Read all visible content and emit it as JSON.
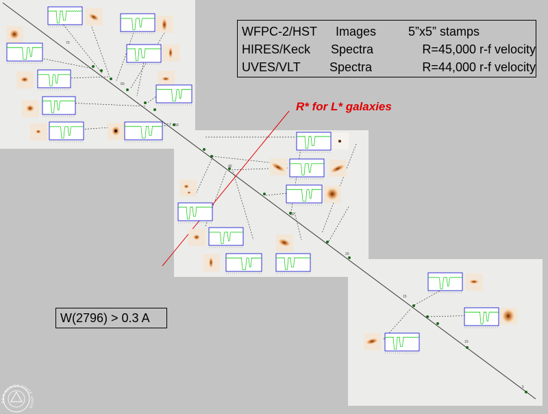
{
  "legend": {
    "row1": {
      "instrument": "WFPC-2/HST",
      "type": "Images",
      "detail": "5”x5” stamps"
    },
    "row2": {
      "instrument": "HIRES/Keck",
      "type": "Spectra",
      "detail": "R=45,000 r-f velocity"
    },
    "row3": {
      "instrument": "UVES/VLT",
      "type": "Spectra",
      "detail": "R=44,000 r-f velocity"
    }
  },
  "rstar_label": "R* for L* galaxies",
  "equivalent_width_label": "W(2796) > 0.3 A",
  "seal_text": "NEW MEXICO STATE UNIVERSITY",
  "colors": {
    "background": "#c3c3c3",
    "panel": "#ececea",
    "spectrum": "#22cc22",
    "frame": "#0000cc",
    "rstar_line": "#e00000",
    "galaxy": "#c06a2a"
  }
}
